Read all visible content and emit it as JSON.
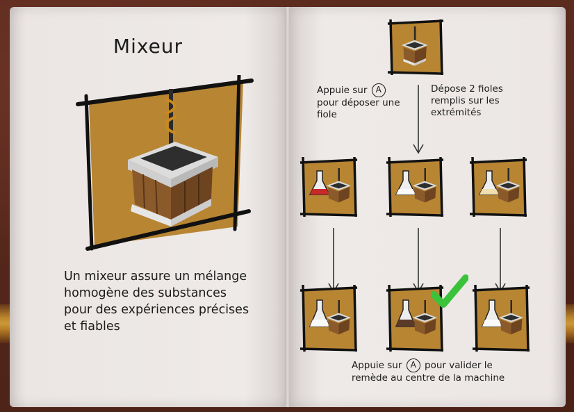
{
  "left_page": {
    "title": "Mixeur",
    "description": "Un mixeur assure un mélange homogène des substances pour des expériences précises et fiables"
  },
  "right_page": {
    "instruction_deposit_prefix": "Appuie sur",
    "instruction_deposit_button": "A",
    "instruction_deposit_suffix": "pour déposer une fiole",
    "instruction_two_vials": "Dépose 2 fioles remplis sur les extrémités",
    "instruction_validate_prefix": "Appuie sur",
    "instruction_validate_button": "A",
    "instruction_validate_suffix": "pour valider le remède au centre de la machine"
  },
  "colors": {
    "frame_fill": "#b88533",
    "check": "#3bc23b",
    "vial_red": "#c8282a",
    "vial_cream": "#efe0b0",
    "vial_brown": "#5b3a2a"
  },
  "icons": [
    "mixer-icon",
    "flask-icon",
    "check-icon",
    "arrow-down-icon",
    "button-a-icon"
  ]
}
